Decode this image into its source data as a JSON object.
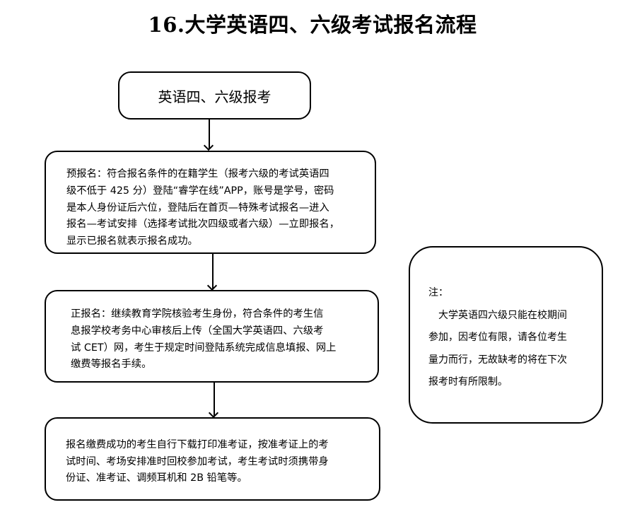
{
  "title": "16.大学英语四、六级考试报名流程",
  "steps": [
    {
      "lines": [
        "英语四、六级报考"
      ]
    },
    {
      "lines": [
        "预报名：符合报名条件的在籍学生（报考六级的考试英语四",
        "级不低于 425 分）登陆“睿学在线”APP，账号是学号，密码",
        "是本人身份证后六位，登陆后在首页—特殊考试报名—进入",
        "报名—考试安排（选择考试批次四级或者六级）—立即报名，",
        "显示已报名就表示报名成功。"
      ]
    },
    {
      "lines": [
        "正报名：继续教育学院核验考生身份，符合条件的考生信",
        "息报学校考务中心审核后上传（全国大学英语四、六级考",
        "试 CET）网，考生于规定时间登陆系统完成信息填报、网上",
        "缴费等报名手续。"
      ]
    },
    {
      "lines": [
        "报名缴费成功的考生自行下载打印准考证，按准考证上的考",
        "试时间、考场安排准时回校参加考试，考生考试时须携带身",
        "份证、准考证、调频耳机和 2B 铅笔等。"
      ]
    }
  ],
  "note": {
    "lines": [
      "注：",
      "　大学英语四六级只能在校期间",
      "参加，因考位有限，请各位考生",
      "量力而行，无故缺考的将在下次",
      "报考时有所限制。"
    ]
  }
}
